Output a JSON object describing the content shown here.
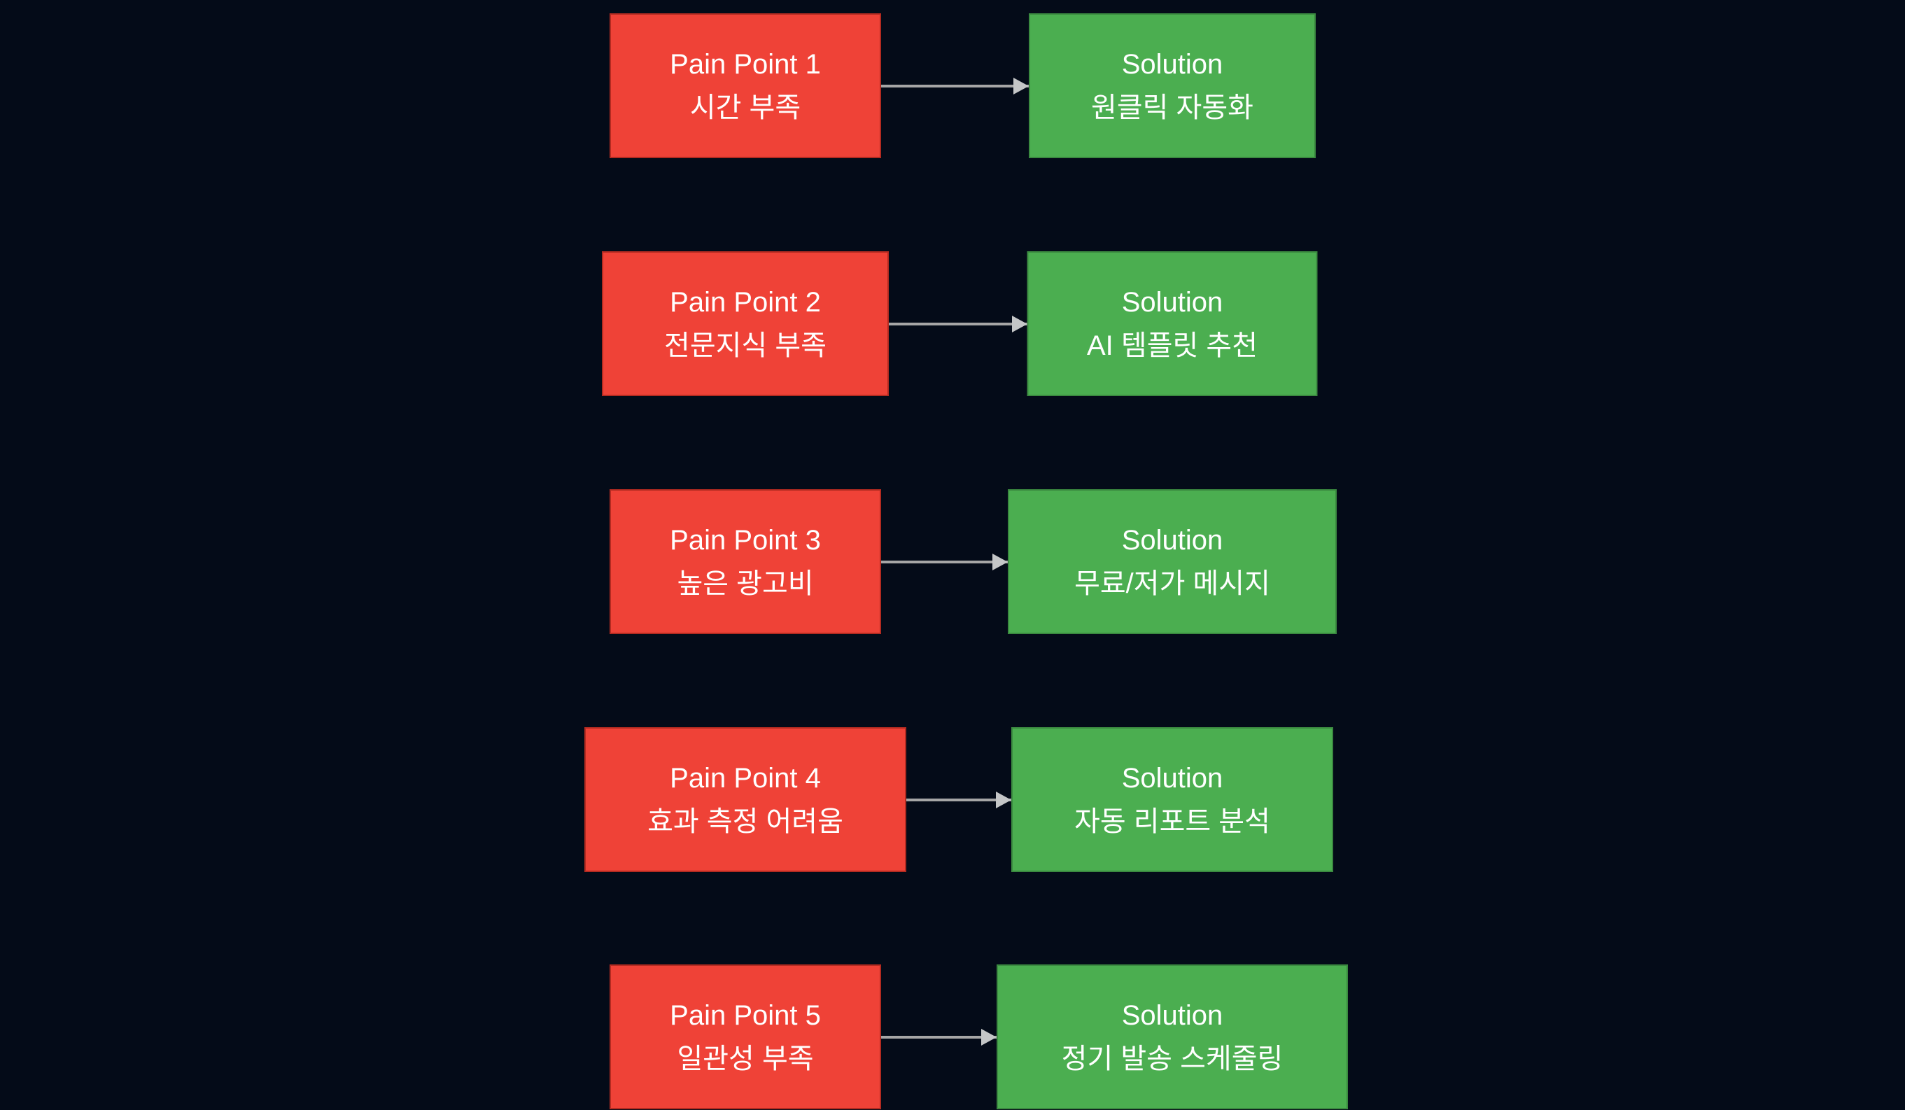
{
  "colors": {
    "background": "#040B18",
    "pain_fill": "#EF4237",
    "pain_border": "#B32B21",
    "solution_fill": "#4BAE50",
    "solution_border": "#3B8A40",
    "arrow": "#A6A6A6",
    "arrow_head": "#C4C6C7",
    "text": "#FFFFFF"
  },
  "rows": [
    {
      "pain": {
        "title": "Pain Point 1",
        "subtitle": "시간 부족"
      },
      "solution": {
        "title": "Solution",
        "subtitle": "원클릭 자동화"
      }
    },
    {
      "pain": {
        "title": "Pain Point 2",
        "subtitle": "전문지식 부족"
      },
      "solution": {
        "title": "Solution",
        "subtitle": "AI 템플릿 추천"
      }
    },
    {
      "pain": {
        "title": "Pain Point 3",
        "subtitle": "높은 광고비"
      },
      "solution": {
        "title": "Solution",
        "subtitle": "무료/저가 메시지"
      }
    },
    {
      "pain": {
        "title": "Pain Point 4",
        "subtitle": "효과 측정 어려움"
      },
      "solution": {
        "title": "Solution",
        "subtitle": "자동 리포트 분석"
      }
    },
    {
      "pain": {
        "title": "Pain Point 5",
        "subtitle": "일관성 부족"
      },
      "solution": {
        "title": "Solution",
        "subtitle": "정기 발송 스케줄링"
      }
    }
  ]
}
